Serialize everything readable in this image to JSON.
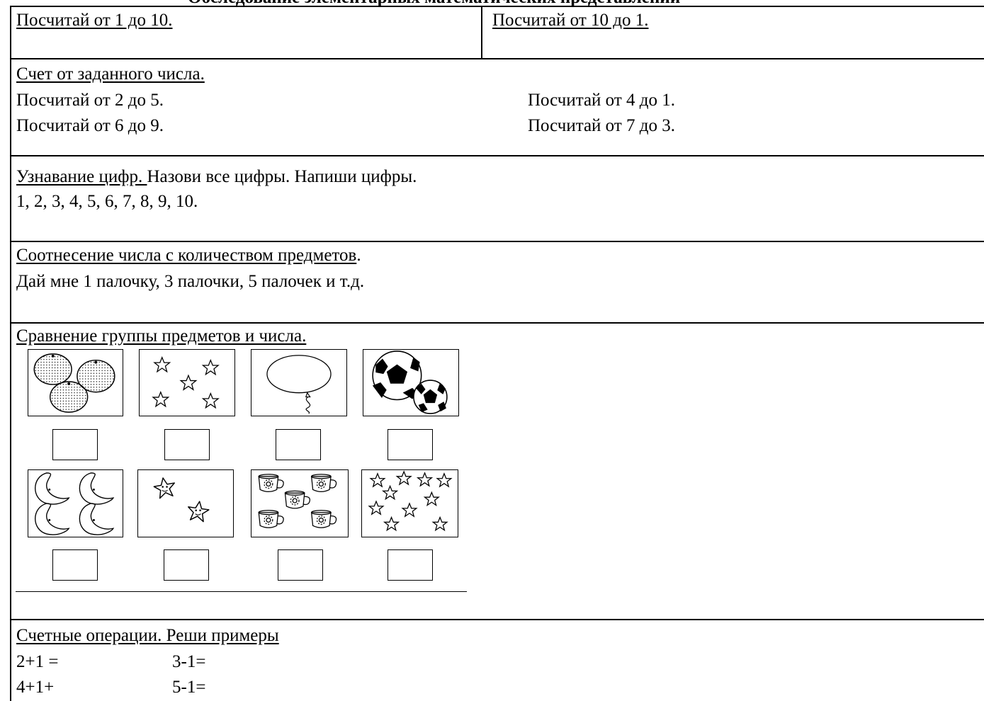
{
  "header": {
    "title_partial": "Обследование элементарных математических представлений"
  },
  "row1": {
    "left": "Посчитай от 1 до 10.",
    "right": "Посчитай от 10 до 1."
  },
  "row2": {
    "heading": "Счет от заданного числа.",
    "left_line1": "Посчитай от 2 до 5.",
    "left_line2": "Посчитай от 6 до 9.",
    "right_line1": "Посчитай от 4 до 1.",
    "right_line2": "Посчитай от 7 до 3."
  },
  "row3": {
    "heading": "Узнавание цифр. ",
    "instruction": "Назови все цифры. Напиши цифры.",
    "digits": "1, 2, 3, 4, 5, 6, 7, 8, 9, 10."
  },
  "row4": {
    "heading": "Соотнесение числа с количеством предметов",
    "heading_dot": ".",
    "instruction": "Дай мне 1 палочку, 3 палочки, 5 палочек и т.д."
  },
  "row5": {
    "heading": "Сравнение группы предметов и числа.",
    "cards": [
      {
        "icon": "orange-icon",
        "count": 3
      },
      {
        "icon": "star-icon",
        "count": 5
      },
      {
        "icon": "balloon-icon",
        "count": 1
      },
      {
        "icon": "soccer-ball-icon",
        "count": 2
      },
      {
        "icon": "crescent-moon-icon",
        "count": 4
      },
      {
        "icon": "smiling-star-icon",
        "count": 2
      },
      {
        "icon": "cup-icon",
        "count": 5
      },
      {
        "icon": "star-icon",
        "count": 10
      }
    ]
  },
  "row6": {
    "heading": "Счетные операции. Реши примеры",
    "examples": [
      {
        "left": "2+1 =",
        "right": "3-1="
      },
      {
        "left": "4+1+",
        "right": "5-1="
      }
    ]
  }
}
